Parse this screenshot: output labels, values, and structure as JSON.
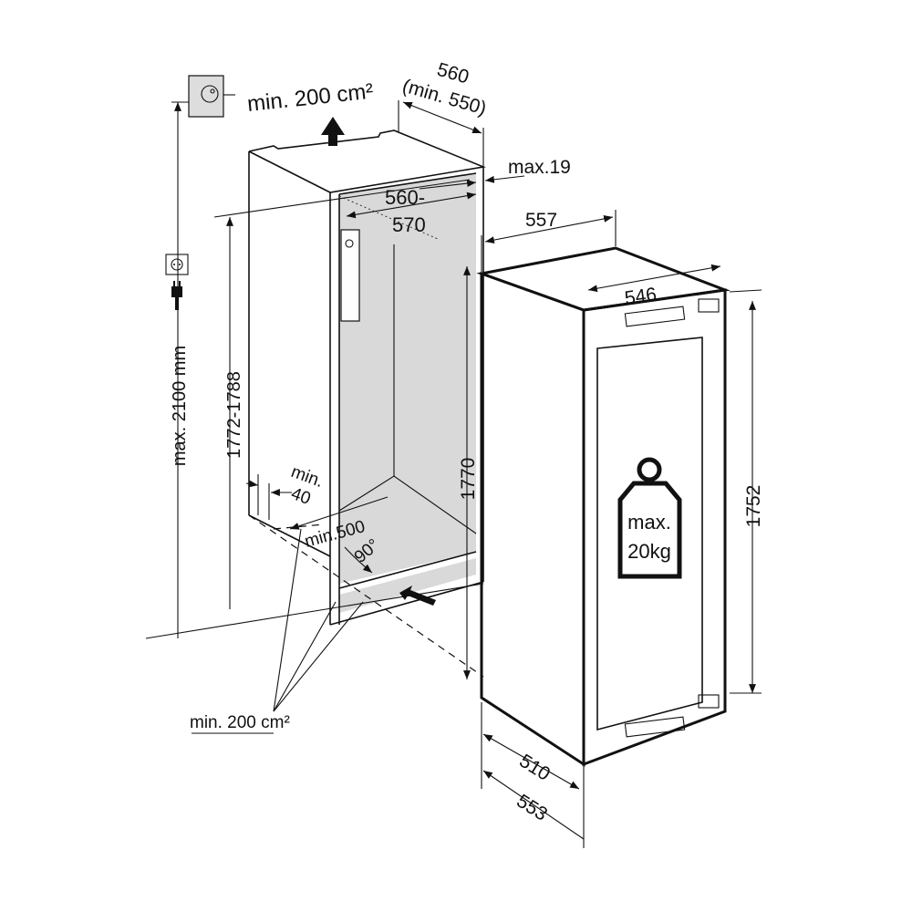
{
  "title": "Built-in wine cabinet installation dimensions",
  "labels": {
    "vent_top": "min. 200 cm²",
    "niche_depth": "560",
    "niche_depth_min": "(min. 550)",
    "max_19": "max.19",
    "niche_width_a": "560-",
    "niche_width_b": "570",
    "appliance_depth_557": "557",
    "appliance_width_546": "546",
    "max_height": "max. 2100 mm",
    "niche_height": "1772-1788",
    "appliance_height_1770": "1770",
    "appliance_height_1752": "1752",
    "min_40_a": "min.",
    "min_40_b": "40",
    "min_500": "min.500",
    "angle_90": "90°",
    "vent_bottom": "min. 200 cm²",
    "depth_510": "510",
    "depth_553": "553",
    "weight_a": "max.",
    "weight_b": "20kg"
  },
  "colors": {
    "line": "#111111",
    "fill": "#d9d9d9"
  }
}
